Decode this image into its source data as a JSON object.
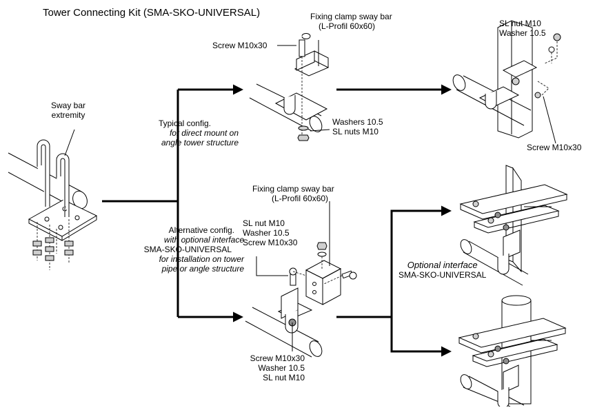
{
  "title": "Tower Connecting Kit (SMA-SKO-UNIVERSAL)",
  "labels": {
    "sway_bar_extremity": [
      "Sway bar",
      "extremity"
    ],
    "fixing_clamp_top": [
      "Fixing clamp sway bar",
      "(L-Profil 60x60)"
    ],
    "screw_top": "Screw M10x30",
    "washers_nuts_top": [
      "Washers 10.5",
      "SL nuts M10"
    ],
    "typical_config": [
      "Typical config.",
      "for direct mount on",
      "angle tower structure"
    ],
    "right_top_nut_washer": [
      "SL nut M10",
      "Washer 10.5"
    ],
    "right_top_screw": "Screw M10x30",
    "fixing_clamp_mid": [
      "Fixing clamp sway bar",
      "(L-Profil 60x60)"
    ],
    "mid_hardware": [
      "SL nut M10",
      "Washer 10.5",
      "Screw M10x30"
    ],
    "alternative_config": [
      "Alternative config.",
      "with optional interface",
      "SMA-SKO-UNIVERSAL",
      "for installation on tower",
      "pipe or angle structure"
    ],
    "bottom_hardware": [
      "Screw M10x30",
      "Washer 10.5",
      "SL nut M10"
    ],
    "optional_interface": [
      "Optional interface",
      "SMA-SKO-UNIVERSAL"
    ]
  }
}
